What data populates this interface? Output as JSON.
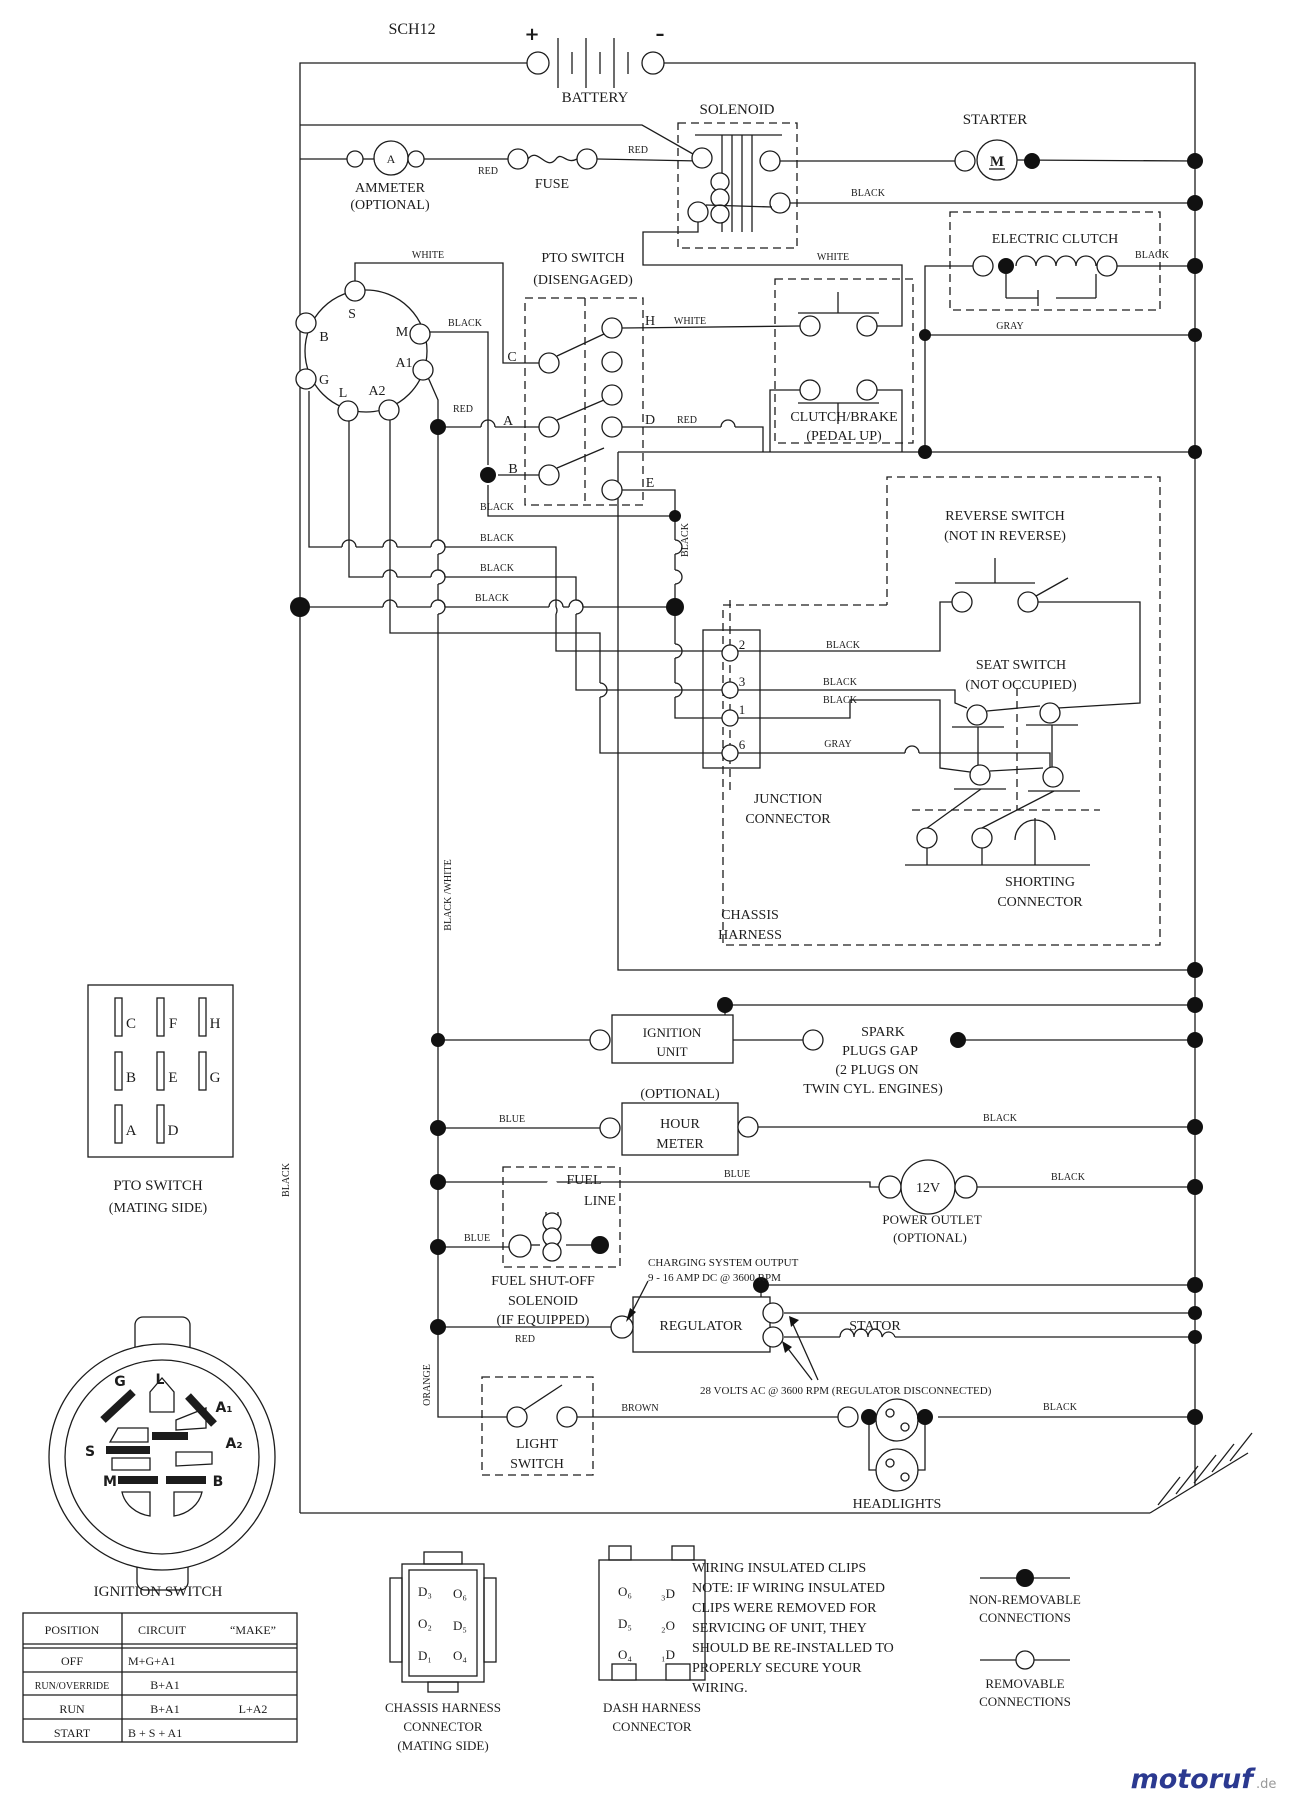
{
  "title": "SCH12",
  "wire": {
    "red": "RED",
    "black": "BLACK",
    "white": "WHITE",
    "gray": "GRAY",
    "blue": "BLUE",
    "brown": "BROWN",
    "orange": "ORANGE",
    "black_white": "BLACK /WHITE"
  },
  "components": {
    "battery": {
      "label": "BATTERY",
      "plus": "+",
      "minus": "–"
    },
    "ammeter": {
      "label": "AMMETER",
      "note": "(OPTIONAL)",
      "symbol": "A"
    },
    "fuse": {
      "label": "FUSE"
    },
    "solenoid": {
      "label": "SOLENOID"
    },
    "starter": {
      "label": "STARTER",
      "symbol": "M"
    },
    "electric_clutch": {
      "label": "ELECTRIC CLUTCH"
    },
    "pto_switch": {
      "l1": "PTO SWITCH",
      "l2": "(DISENGAGED)",
      "terminals": {
        "c": "C",
        "a": "A",
        "b": "B",
        "h": "H",
        "d": "D",
        "e": "E"
      }
    },
    "ignition_key": {
      "terminals": {
        "s": "S",
        "m": "M",
        "b": "B",
        "g": "G",
        "l": "L",
        "a1": "A1",
        "a2": "A2"
      }
    },
    "clutch_brake": {
      "l1": "CLUTCH/BRAKE",
      "l2": "(PEDAL UP)"
    },
    "reverse_switch": {
      "l1": "REVERSE SWITCH",
      "l2": "(NOT IN REVERSE)"
    },
    "seat_switch": {
      "l1": "SEAT SWITCH",
      "l2": "(NOT OCCUPIED)"
    },
    "junction_connector": {
      "l1": "JUNCTION",
      "l2": "CONNECTOR",
      "pins": [
        "2",
        "3",
        "1",
        "6"
      ]
    },
    "shorting_connector": {
      "l1": "SHORTING",
      "l2": "CONNECTOR"
    },
    "chassis_harness": {
      "l1": "CHASSIS",
      "l2": "HARNESS"
    },
    "ignition_unit": {
      "l1": "IGNITION",
      "l2": "UNIT"
    },
    "spark_plugs": {
      "l1": "SPARK",
      "l2": "PLUGS GAP",
      "l3": "(2 PLUGS ON",
      "l4": "TWIN CYL. ENGINES)"
    },
    "hour_meter": {
      "note": "(OPTIONAL)",
      "l1": "HOUR",
      "l2": "METER"
    },
    "fuel_line": {
      "l1": "FUEL",
      "l2": "LINE"
    },
    "fuel_shutoff": {
      "l1": "FUEL SHUT-OFF",
      "l2": "SOLENOID",
      "l3": "(IF EQUIPPED)"
    },
    "power_outlet": {
      "symbol": "12V",
      "l1": "POWER OUTLET",
      "l2": "(OPTIONAL)"
    },
    "regulator": {
      "label": "REGULATOR",
      "charging_l1": "CHARGING SYSTEM OUTPUT",
      "charging_l2": "9 - 16 AMP DC @ 3600 RPM"
    },
    "stator": {
      "label": "STATOR",
      "volts": "28 VOLTS AC @ 3600 RPM (REGULATOR DISCONNECTED)"
    },
    "light_switch": {
      "l1": "LIGHT",
      "l2": "SWITCH"
    },
    "headlights": {
      "label": "HEADLIGHTS"
    }
  },
  "pto_mating": {
    "l1": "PTO SWITCH",
    "l2": "(MATING SIDE)",
    "pins": [
      "C",
      "F",
      "H",
      "B",
      "E",
      "G",
      "A",
      "D"
    ]
  },
  "ignition_connector": {
    "label": "IGNITION SWITCH",
    "terminals": {
      "g": "G",
      "l": "L",
      "a1": "A₁",
      "a2": "A₂",
      "s": "S",
      "m": "M",
      "b": "B"
    }
  },
  "ignition_table": {
    "headers": [
      "POSITION",
      "CIRCUIT",
      "“MAKE”"
    ],
    "rows": [
      {
        "position": "OFF",
        "circuit": "M+G+A1",
        "make": ""
      },
      {
        "position": "RUN/OVERRIDE",
        "circuit": "B+A1",
        "make": ""
      },
      {
        "position": "RUN",
        "circuit": "B+A1",
        "make": "L+A2"
      },
      {
        "position": "START",
        "circuit": "B + S + A1",
        "make": ""
      }
    ]
  },
  "chassis_connector": {
    "l1": "CHASSIS HARNESS",
    "l2": "CONNECTOR",
    "l3": "(MATING SIDE)",
    "pins": [
      "D₃",
      "O₆",
      "O₂",
      "D₅",
      "D₁",
      "O₄"
    ]
  },
  "dash_connector": {
    "l1": "DASH HARNESS",
    "l2": "CONNECTOR",
    "pins": [
      "O₆",
      "₃D",
      "D₅",
      "₂O",
      "O₄",
      "₁D"
    ]
  },
  "note": {
    "lines": [
      "WIRING INSULATED CLIPS",
      "NOTE:  IF WIRING INSULATED",
      "CLIPS WERE REMOVED FOR",
      "SERVICING OF UNIT, THEY",
      "SHOULD BE RE-INSTALLED TO",
      "PROPERLY SECURE YOUR",
      "WIRING."
    ]
  },
  "legend": {
    "non_removable_l1": "NON-REMOVABLE",
    "non_removable_l2": "CONNECTIONS",
    "removable_l1": "REMOVABLE",
    "removable_l2": "CONNECTIONS"
  },
  "watermark": {
    "brand": "motoruf",
    "tld": ".de"
  },
  "colors": {
    "line": "#1c1c1c",
    "brand_blue": "#2b3990",
    "brand_gray": "#999999",
    "background": "#ffffff"
  }
}
